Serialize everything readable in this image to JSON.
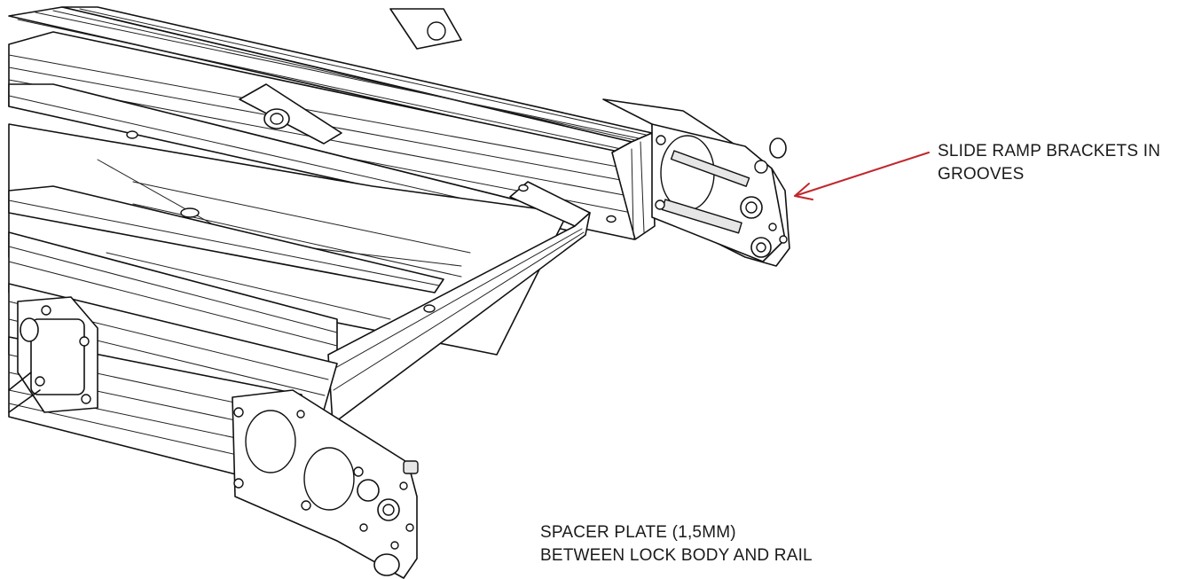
{
  "annotations": [
    {
      "id": "slide-ramp",
      "lines": [
        "SLIDE RAMP BRACKETS IN",
        "GROOVES"
      ],
      "arrow_color": "#c0272d"
    },
    {
      "id": "spacer-plate",
      "lines": [
        "SPACER PLATE (1,5MM)",
        "BETWEEN LOCK BODY AND RAIL"
      ]
    }
  ]
}
